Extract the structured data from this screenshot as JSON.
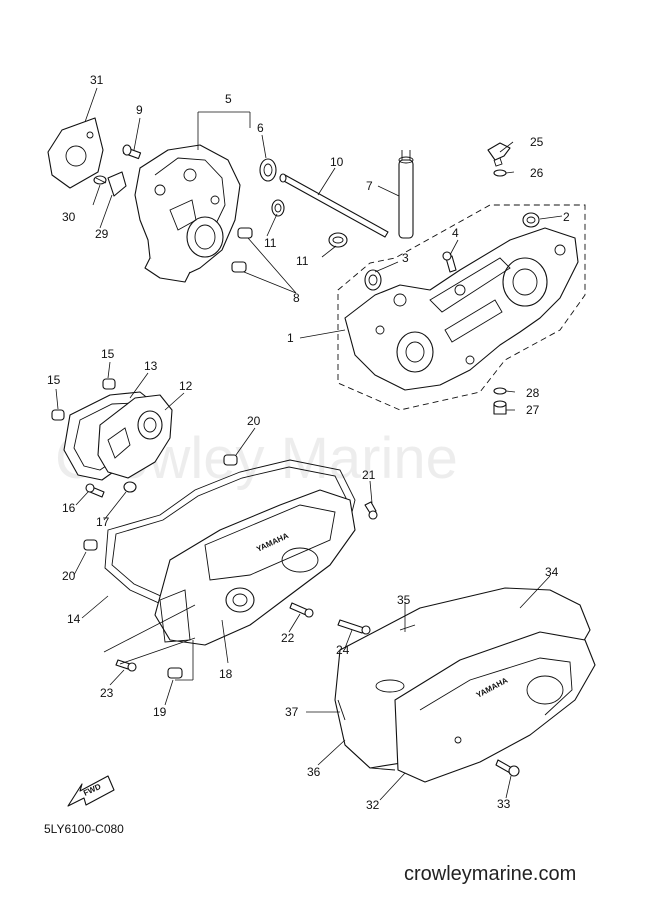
{
  "watermark": "Crowley Marine",
  "diagram_code": "5LY6100-C080",
  "website": "crowleymarine.com",
  "fwd_badge": "FWD",
  "brand_mark": "YAMAHA",
  "callouts": [
    {
      "id": "c1",
      "text": "1"
    },
    {
      "id": "c2",
      "text": "2"
    },
    {
      "id": "c3",
      "text": "3"
    },
    {
      "id": "c4",
      "text": "4"
    },
    {
      "id": "c5",
      "text": "5"
    },
    {
      "id": "c6",
      "text": "6"
    },
    {
      "id": "c7",
      "text": "7"
    },
    {
      "id": "c8",
      "text": "8"
    },
    {
      "id": "c9",
      "text": "9"
    },
    {
      "id": "c10",
      "text": "10"
    },
    {
      "id": "c11a",
      "text": "11"
    },
    {
      "id": "c11b",
      "text": "11"
    },
    {
      "id": "c12",
      "text": "12"
    },
    {
      "id": "c13",
      "text": "13"
    },
    {
      "id": "c14",
      "text": "14"
    },
    {
      "id": "c15a",
      "text": "15"
    },
    {
      "id": "c15b",
      "text": "15"
    },
    {
      "id": "c16",
      "text": "16"
    },
    {
      "id": "c17",
      "text": "17"
    },
    {
      "id": "c18",
      "text": "18"
    },
    {
      "id": "c19",
      "text": "19"
    },
    {
      "id": "c20a",
      "text": "20"
    },
    {
      "id": "c20b",
      "text": "20"
    },
    {
      "id": "c21",
      "text": "21"
    },
    {
      "id": "c22",
      "text": "22"
    },
    {
      "id": "c23",
      "text": "23"
    },
    {
      "id": "c24",
      "text": "24"
    },
    {
      "id": "c25",
      "text": "25"
    },
    {
      "id": "c26",
      "text": "26"
    },
    {
      "id": "c27",
      "text": "27"
    },
    {
      "id": "c28",
      "text": "28"
    },
    {
      "id": "c29",
      "text": "29"
    },
    {
      "id": "c30",
      "text": "30"
    },
    {
      "id": "c31",
      "text": "31"
    },
    {
      "id": "c32",
      "text": "32"
    },
    {
      "id": "c33",
      "text": "33"
    },
    {
      "id": "c34",
      "text": "34"
    },
    {
      "id": "c35",
      "text": "35"
    },
    {
      "id": "c36",
      "text": "36"
    },
    {
      "id": "c37",
      "text": "37"
    }
  ]
}
